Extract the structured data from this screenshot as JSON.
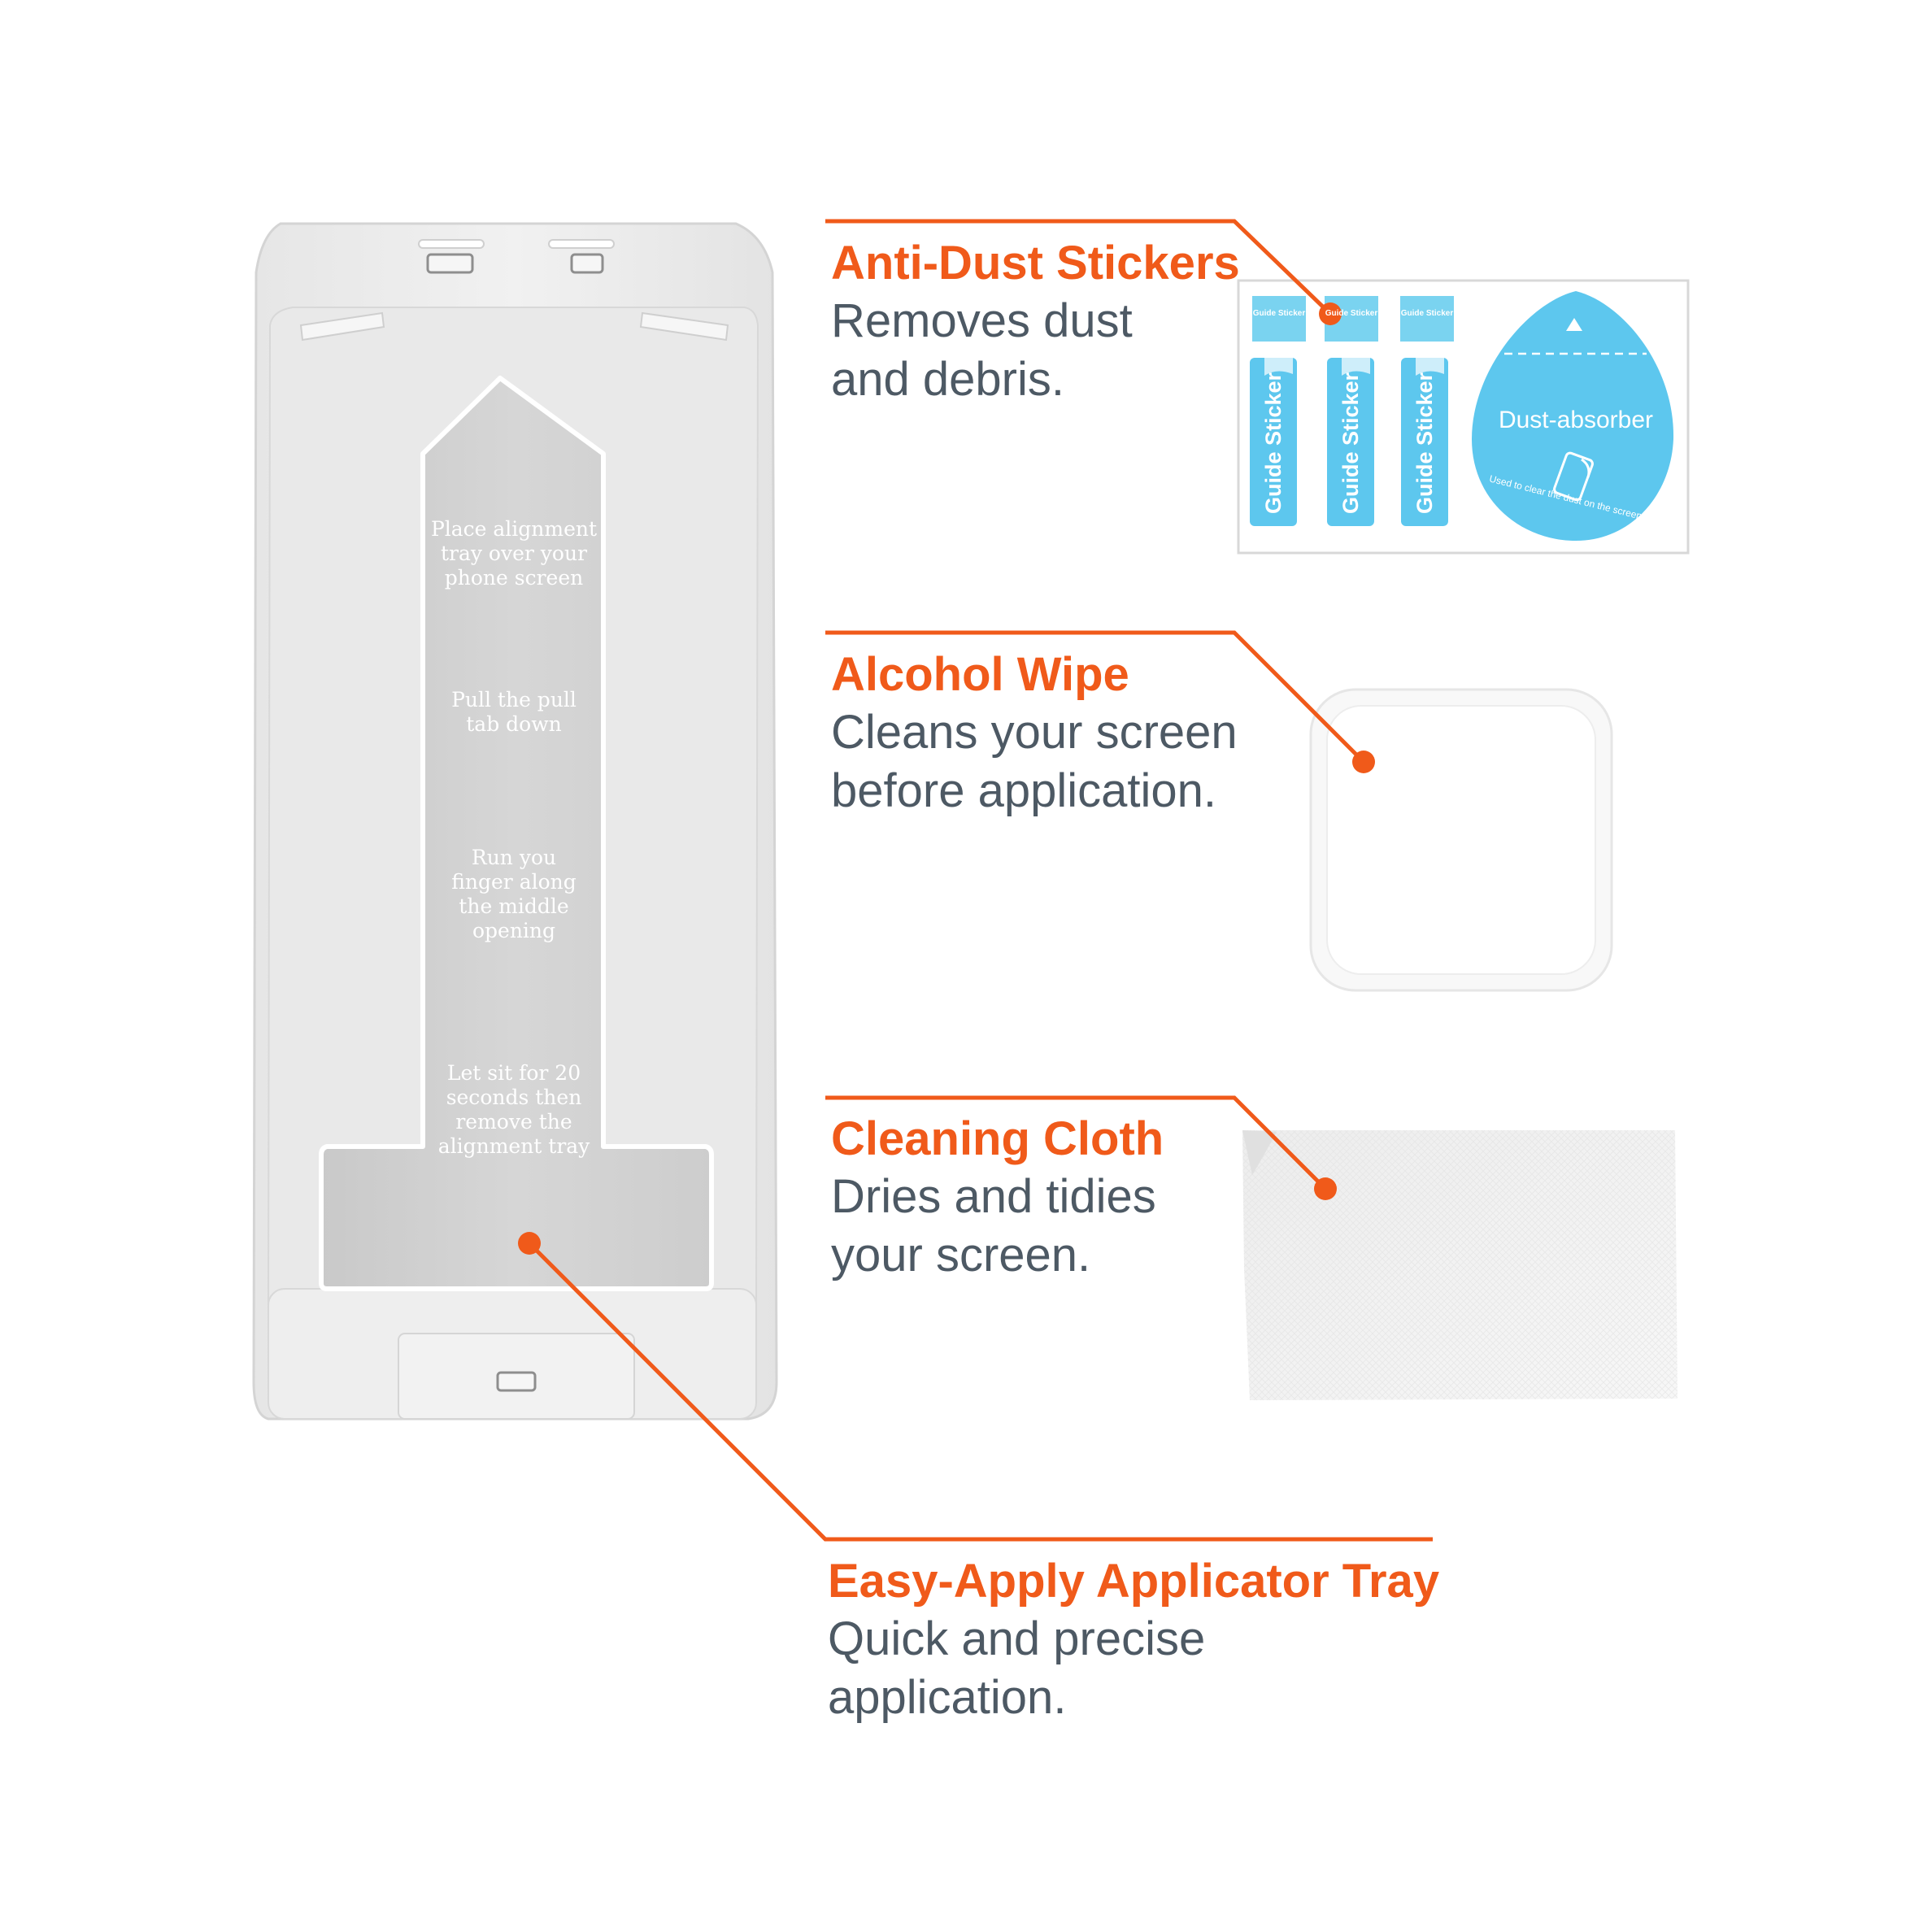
{
  "accent_color": "#f05a1a",
  "text_color": "#4d5964",
  "tray": {
    "steps": [
      [
        "Place alignment",
        "tray over your",
        "phone screen"
      ],
      [
        "Pull the pull",
        "tab down"
      ],
      [
        "Run you",
        "finger along",
        "the middle",
        "opening"
      ],
      [
        "Let sit for 20",
        "seconds then",
        "remove the",
        "alignment tray"
      ]
    ]
  },
  "stickers": {
    "tab_label": "Guide Sticker",
    "strip_label": "Guide Sticker",
    "absorber_title": "Dust-absorber",
    "absorber_caption": "Used to clear the dust on the screen."
  },
  "callouts": {
    "anti_dust": {
      "title": "Anti-Dust Stickers",
      "lines": [
        "Removes dust",
        "and debris."
      ]
    },
    "alcohol": {
      "title": "Alcohol Wipe",
      "lines": [
        "Cleans your screen",
        "before application."
      ]
    },
    "cloth": {
      "title": "Cleaning Cloth",
      "lines": [
        "Dries and tidies",
        "your screen."
      ]
    },
    "tray": {
      "title": "Easy-Apply Applicator Tray",
      "lines": [
        "Quick and precise",
        "application."
      ]
    }
  }
}
